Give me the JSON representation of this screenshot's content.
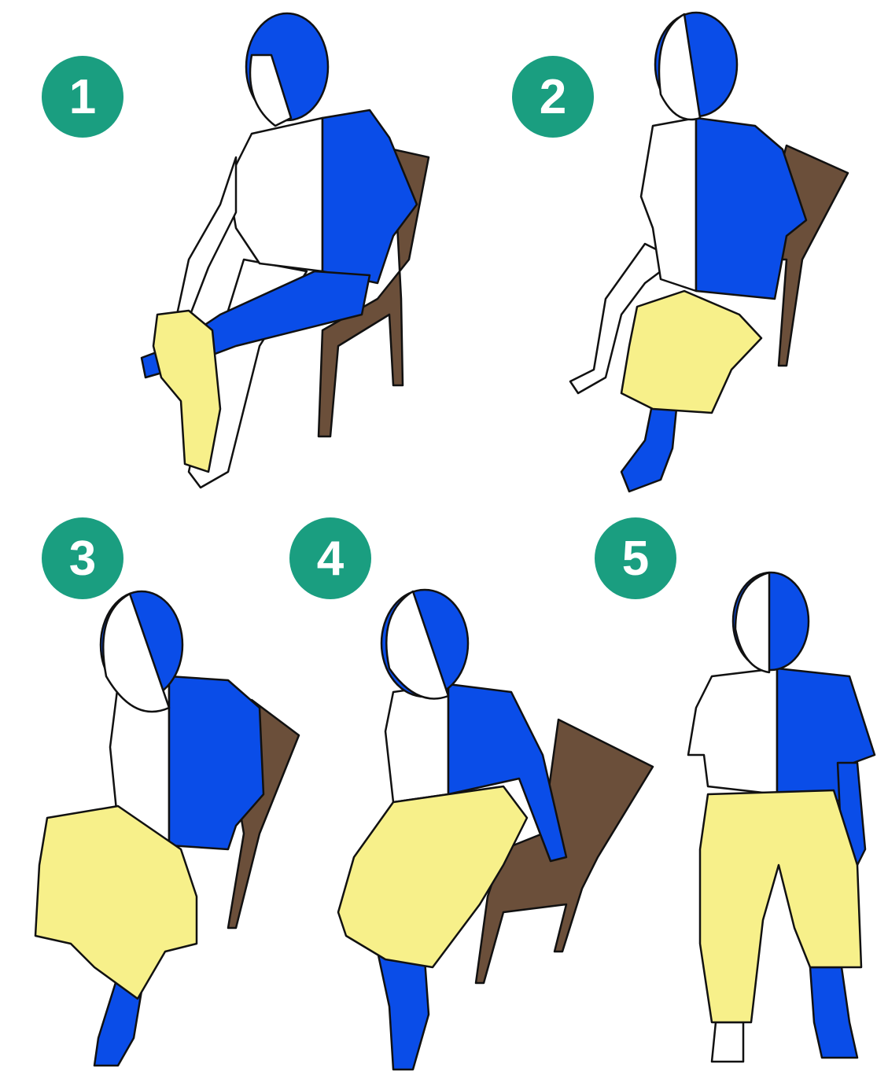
{
  "colors": {
    "badge": "#1a9e80",
    "affected_side": "#0a4de8",
    "pants": "#f7f08a",
    "chair": "#6b4f3a",
    "outline": "#111111"
  },
  "steps": [
    {
      "number": "1"
    },
    {
      "number": "2"
    },
    {
      "number": "3"
    },
    {
      "number": "4"
    },
    {
      "number": "5"
    }
  ]
}
